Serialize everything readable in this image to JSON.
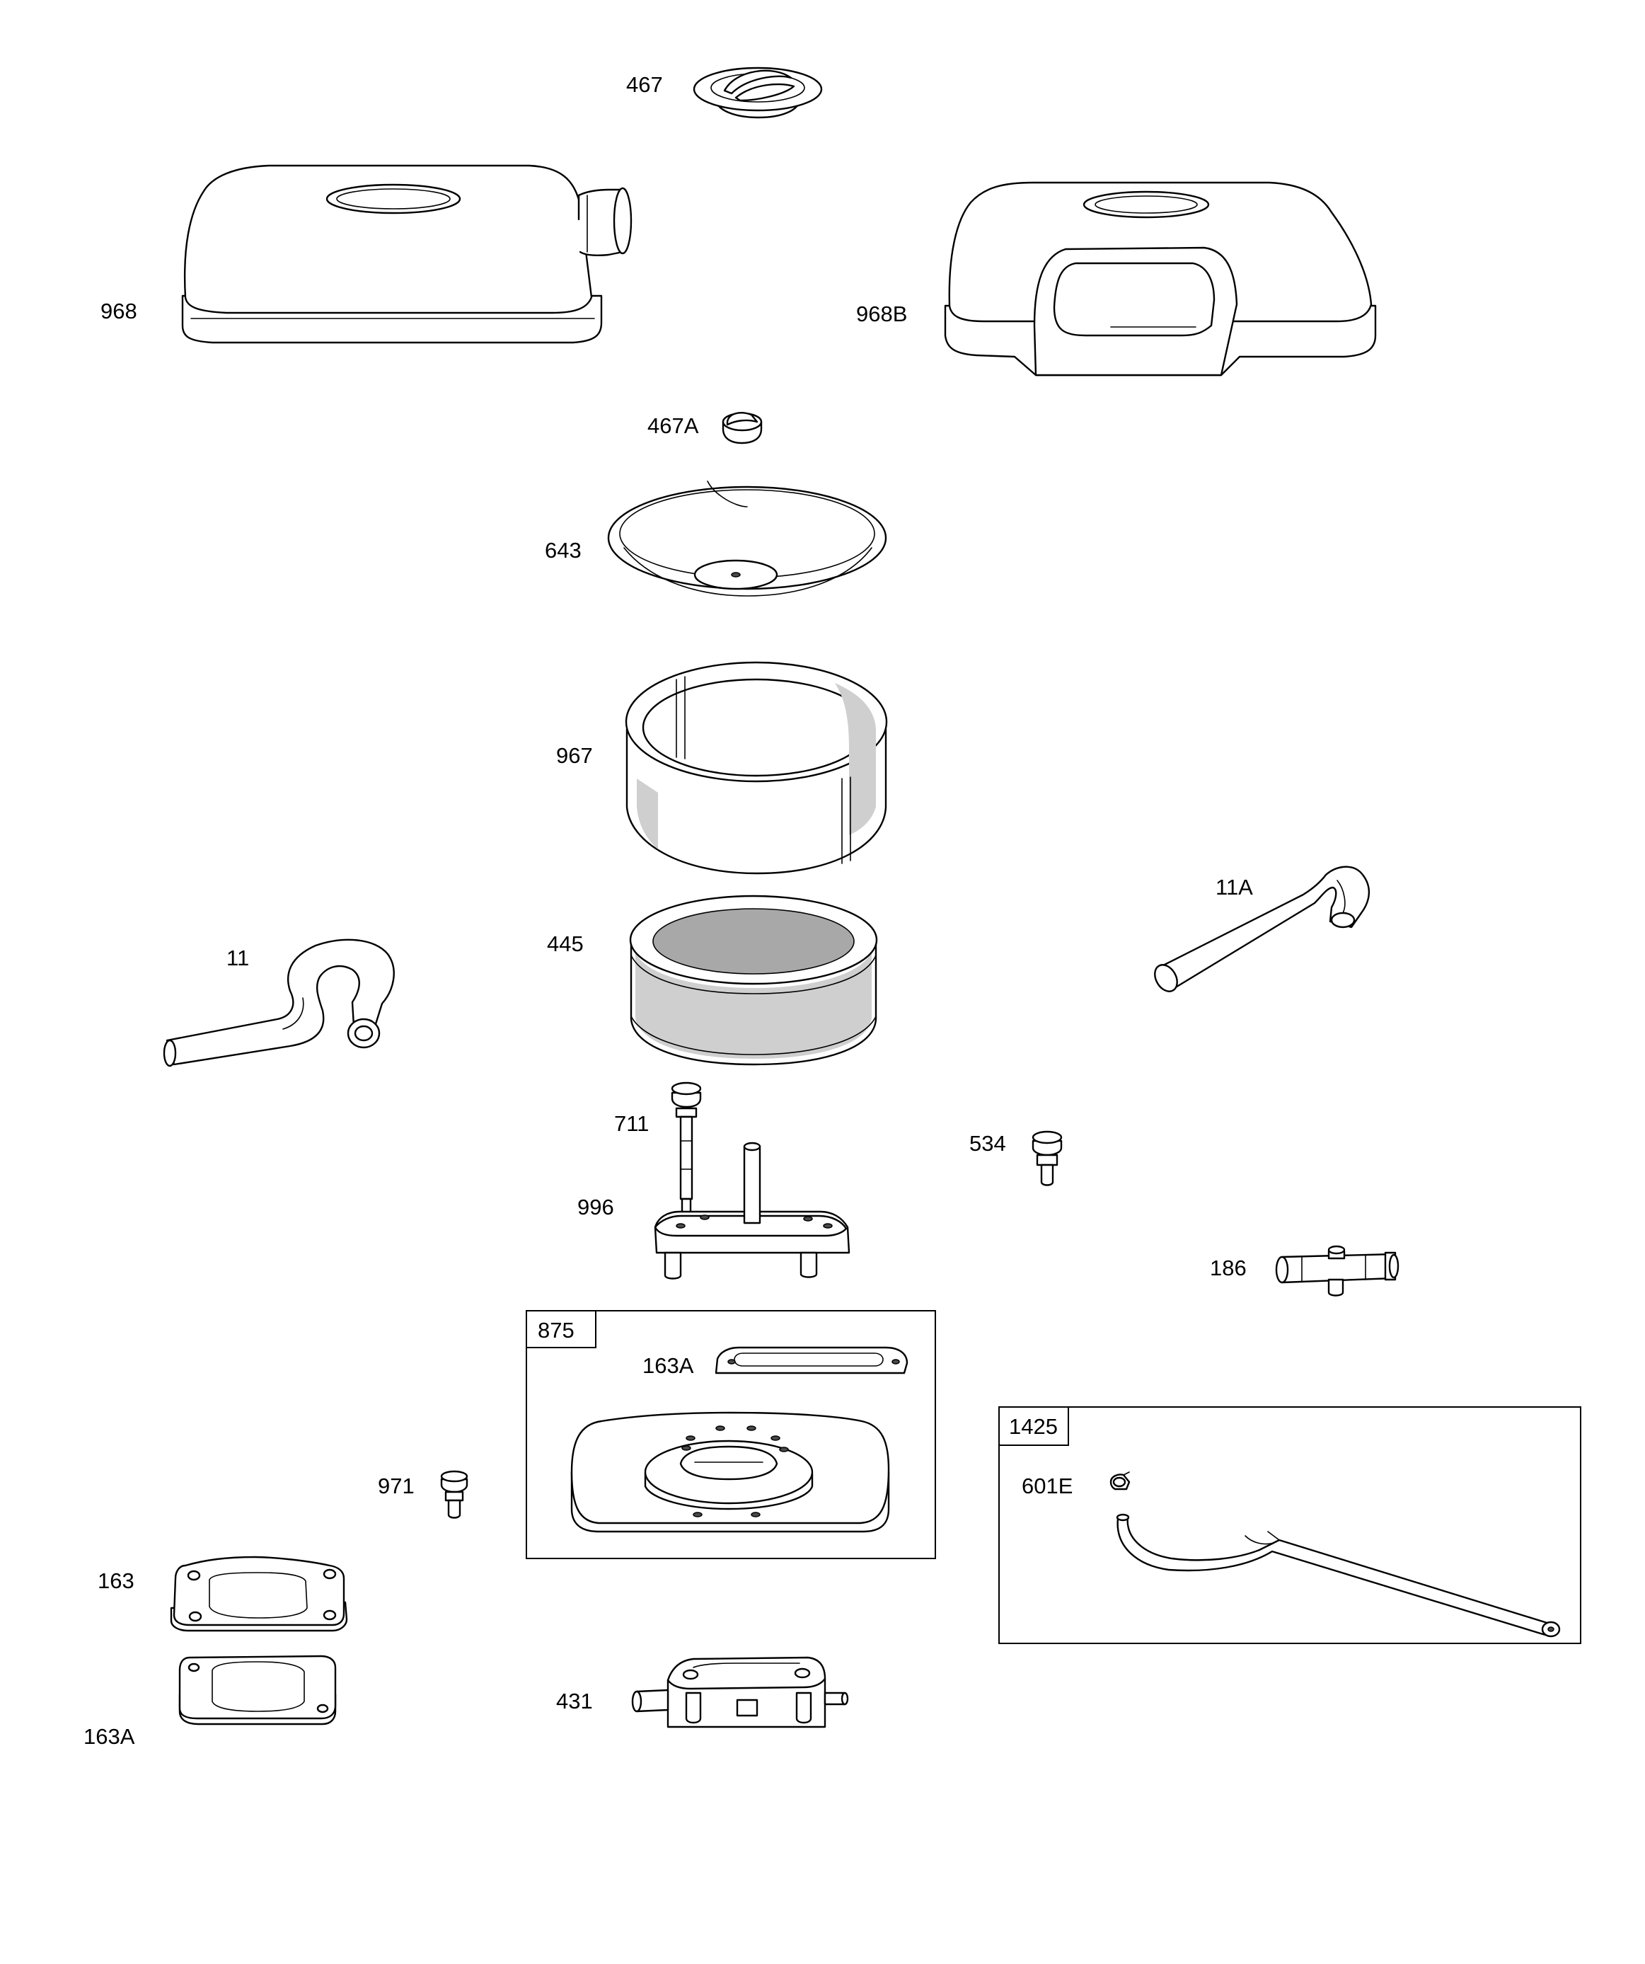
{
  "labels": {
    "p467": "467",
    "p968": "968",
    "p968B": "968B",
    "p467A": "467A",
    "p643": "643",
    "p967": "967",
    "p11A": "11A",
    "p11": "11",
    "p445": "445",
    "p711": "711",
    "p534": "534",
    "p996": "996",
    "p186": "186",
    "p875": "875",
    "p163A_kit": "163A",
    "p1425": "1425",
    "p601E": "601E",
    "p971": "971",
    "p163": "163",
    "p163A": "163A",
    "p431": "431"
  }
}
